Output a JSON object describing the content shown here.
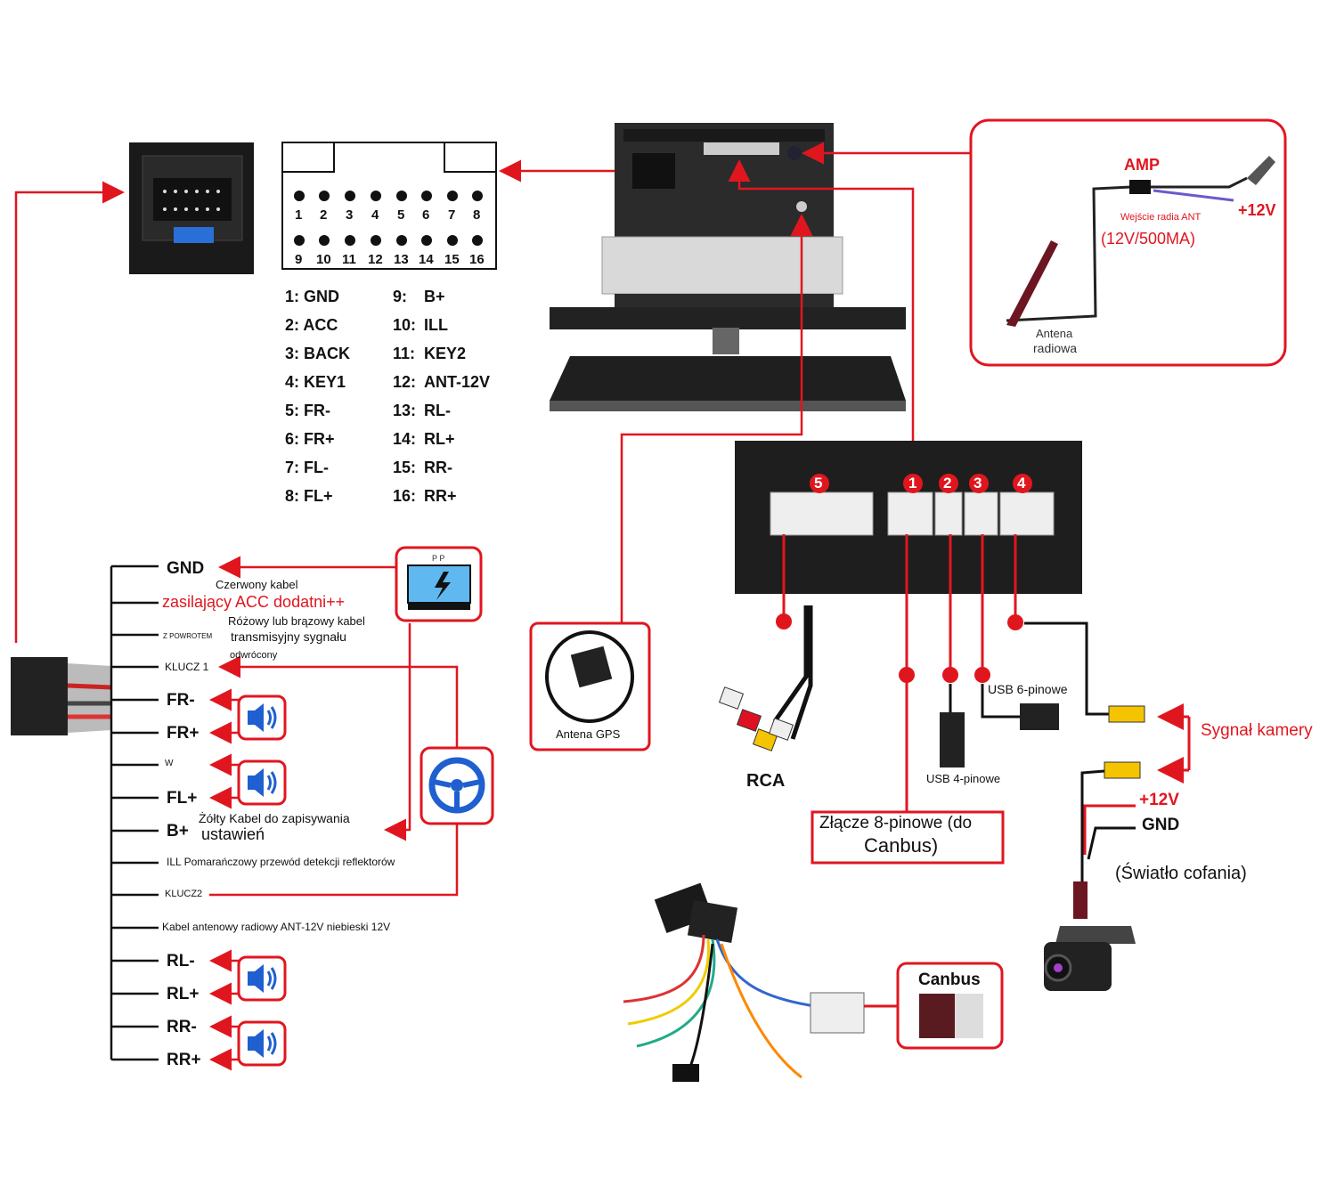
{
  "connector_pins": {
    "top_numbers": [
      "1",
      "2",
      "3",
      "4",
      "5",
      "6",
      "7",
      "8"
    ],
    "bottom_numbers": [
      "9",
      "10",
      "11",
      "12",
      "13",
      "14",
      "15",
      "16"
    ]
  },
  "pin_map_left": [
    {
      "num": "1:",
      "name": "GND"
    },
    {
      "num": "2:",
      "name": "ACC"
    },
    {
      "num": "3:",
      "name": "BACK"
    },
    {
      "num": "4:",
      "name": "KEY1"
    },
    {
      "num": "5:",
      "name": "FR-"
    },
    {
      "num": "6:",
      "name": "FR+"
    },
    {
      "num": "7:",
      "name": "FL-"
    },
    {
      "num": "8:",
      "name": "FL+"
    }
  ],
  "pin_map_right": [
    {
      "num": "9:",
      "name": "B+"
    },
    {
      "num": "10:",
      "name": "ILL"
    },
    {
      "num": "11:",
      "name": "KEY2"
    },
    {
      "num": "12:",
      "name": "ANT-12V"
    },
    {
      "num": "13:",
      "name": "RL-"
    },
    {
      "num": "14:",
      "name": "RL+"
    },
    {
      "num": "15:",
      "name": "RR-"
    },
    {
      "num": "16:",
      "name": "RR+"
    }
  ],
  "antenna_box": {
    "amp": "AMP",
    "plus12v": "+12V",
    "ant_input": "Wejście radia ANT",
    "ant_spec": "(12V/500MA)",
    "antenna_line1": "Antena",
    "antenna_line2": "radiowa"
  },
  "harness": {
    "gnd": "GND",
    "red_cable": "Czerwony kabel",
    "acc": "zasilający ACC dodatni++",
    "z_powrotem": "Z POWROTEM",
    "pink_cable": "Różowy lub brązowy kabel",
    "transmission": "transmisyjny sygnału",
    "reversed": "odwrócony",
    "klucz1": "KLUCZ 1",
    "fr_minus": "FR-",
    "fr_plus": "FR+",
    "w": "W",
    "fl_plus": "FL+",
    "yellow_cable": "Żółty Kabel do zapisywania",
    "b_plus": "B+",
    "settings": "ustawień",
    "ill": "ILL Pomarańczowy przewód detekcji reflektorów",
    "klucz2": "KLUCZ2",
    "antenna_cable": "Kabel antenowy radiowy ANT-12V niebieski 12V",
    "rl_minus": "RL-",
    "rl_plus": "RL+",
    "rr_minus": "RR-",
    "rr_plus": "RR+",
    "battery_pp": "P P"
  },
  "gps": {
    "label": "Antena GPS"
  },
  "ports": {
    "numbers": [
      "5",
      "1",
      "2",
      "3",
      "4"
    ],
    "rca": "RCA",
    "usb6": "USB 6-pinowe",
    "usb4": "USB 4-pinowe",
    "canbus_conn_line1": "Złącze 8-pinowe (do",
    "canbus_conn_line2": "Canbus)"
  },
  "camera": {
    "signal": "Sygnał kamery",
    "plus12v": "+12V",
    "gnd": "GND",
    "reverse_light": "(Światło cofania)"
  },
  "canbus": {
    "label": "Canbus"
  },
  "colors": {
    "accent_red": "#e0161f",
    "speaker_blue": "#1f5fcf",
    "dark": "#1b1b1b"
  }
}
